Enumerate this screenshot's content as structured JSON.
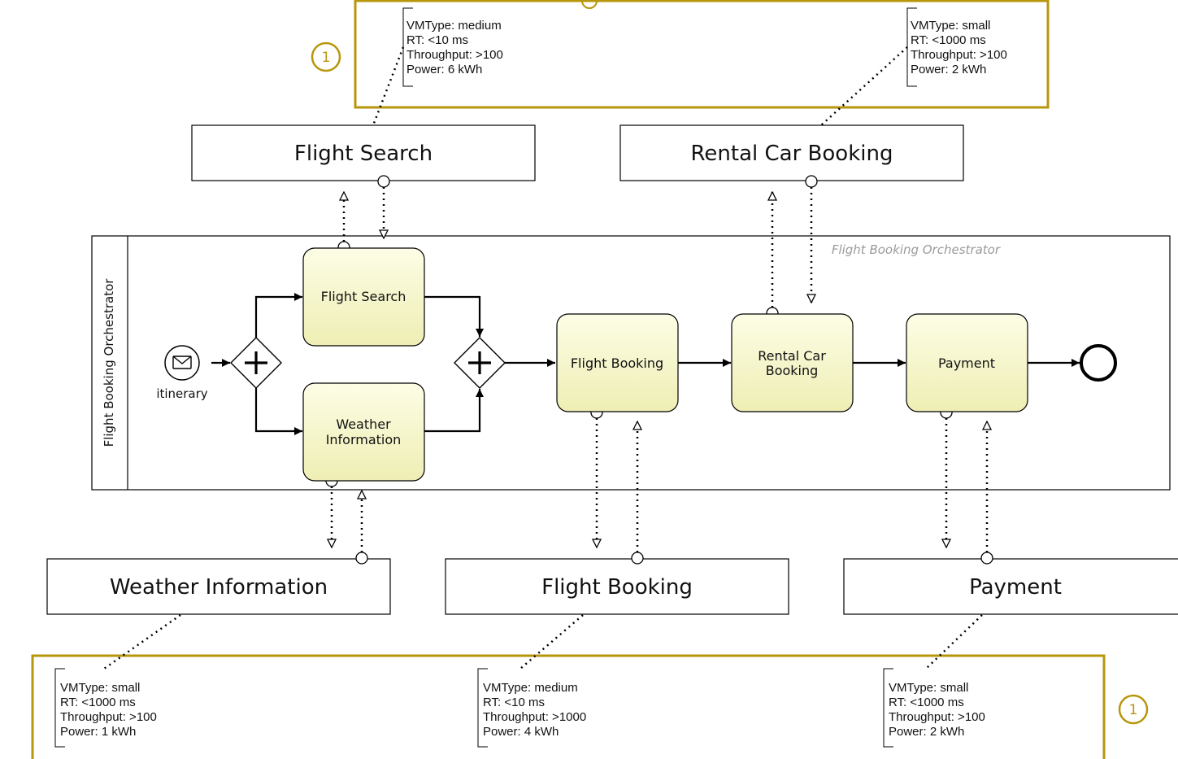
{
  "diagram": {
    "pool_label": "Flight Booking Orchestrator",
    "pool_title": "Flight Booking Orchestrator",
    "start_event_label": "itinerary",
    "tasks": {
      "flight_search": "Flight Search",
      "weather_info": [
        "Weather",
        "Information"
      ],
      "flight_booking": "Flight Booking",
      "rental_car": [
        "Rental Car",
        "Booking"
      ],
      "payment": "Payment"
    },
    "services": {
      "flight_search": "Flight Search",
      "rental_car": "Rental Car Booking",
      "weather_info": "Weather Information",
      "flight_booking": "Flight Booking",
      "payment": "Payment"
    },
    "annotations": {
      "flight_search": [
        "VMType: medium",
        "RT: <10 ms",
        "Throughput: >100",
        "Power: 6 kWh"
      ],
      "rental_car": [
        "VMType: small",
        "RT: <1000 ms",
        "Throughput: >100",
        "Power: 2 kWh"
      ],
      "weather_info": [
        "VMType: small",
        "RT: <1000 ms",
        "Throughput: >100",
        "Power: 1 kWh"
      ],
      "flight_booking": [
        "VMType: medium",
        "RT: <10 ms",
        "Throughput: >1000",
        "Power: 4 kWh"
      ],
      "payment": [
        "VMType: small",
        "RT: <1000 ms",
        "Throughput: >100",
        "Power: 2 kWh"
      ]
    },
    "markers": {
      "top": "1",
      "bottom": "1"
    },
    "colors": {
      "highlight": "#b8960c",
      "task_fill": "#fbfbd9",
      "task_fill_dark": "#efefb8"
    }
  }
}
